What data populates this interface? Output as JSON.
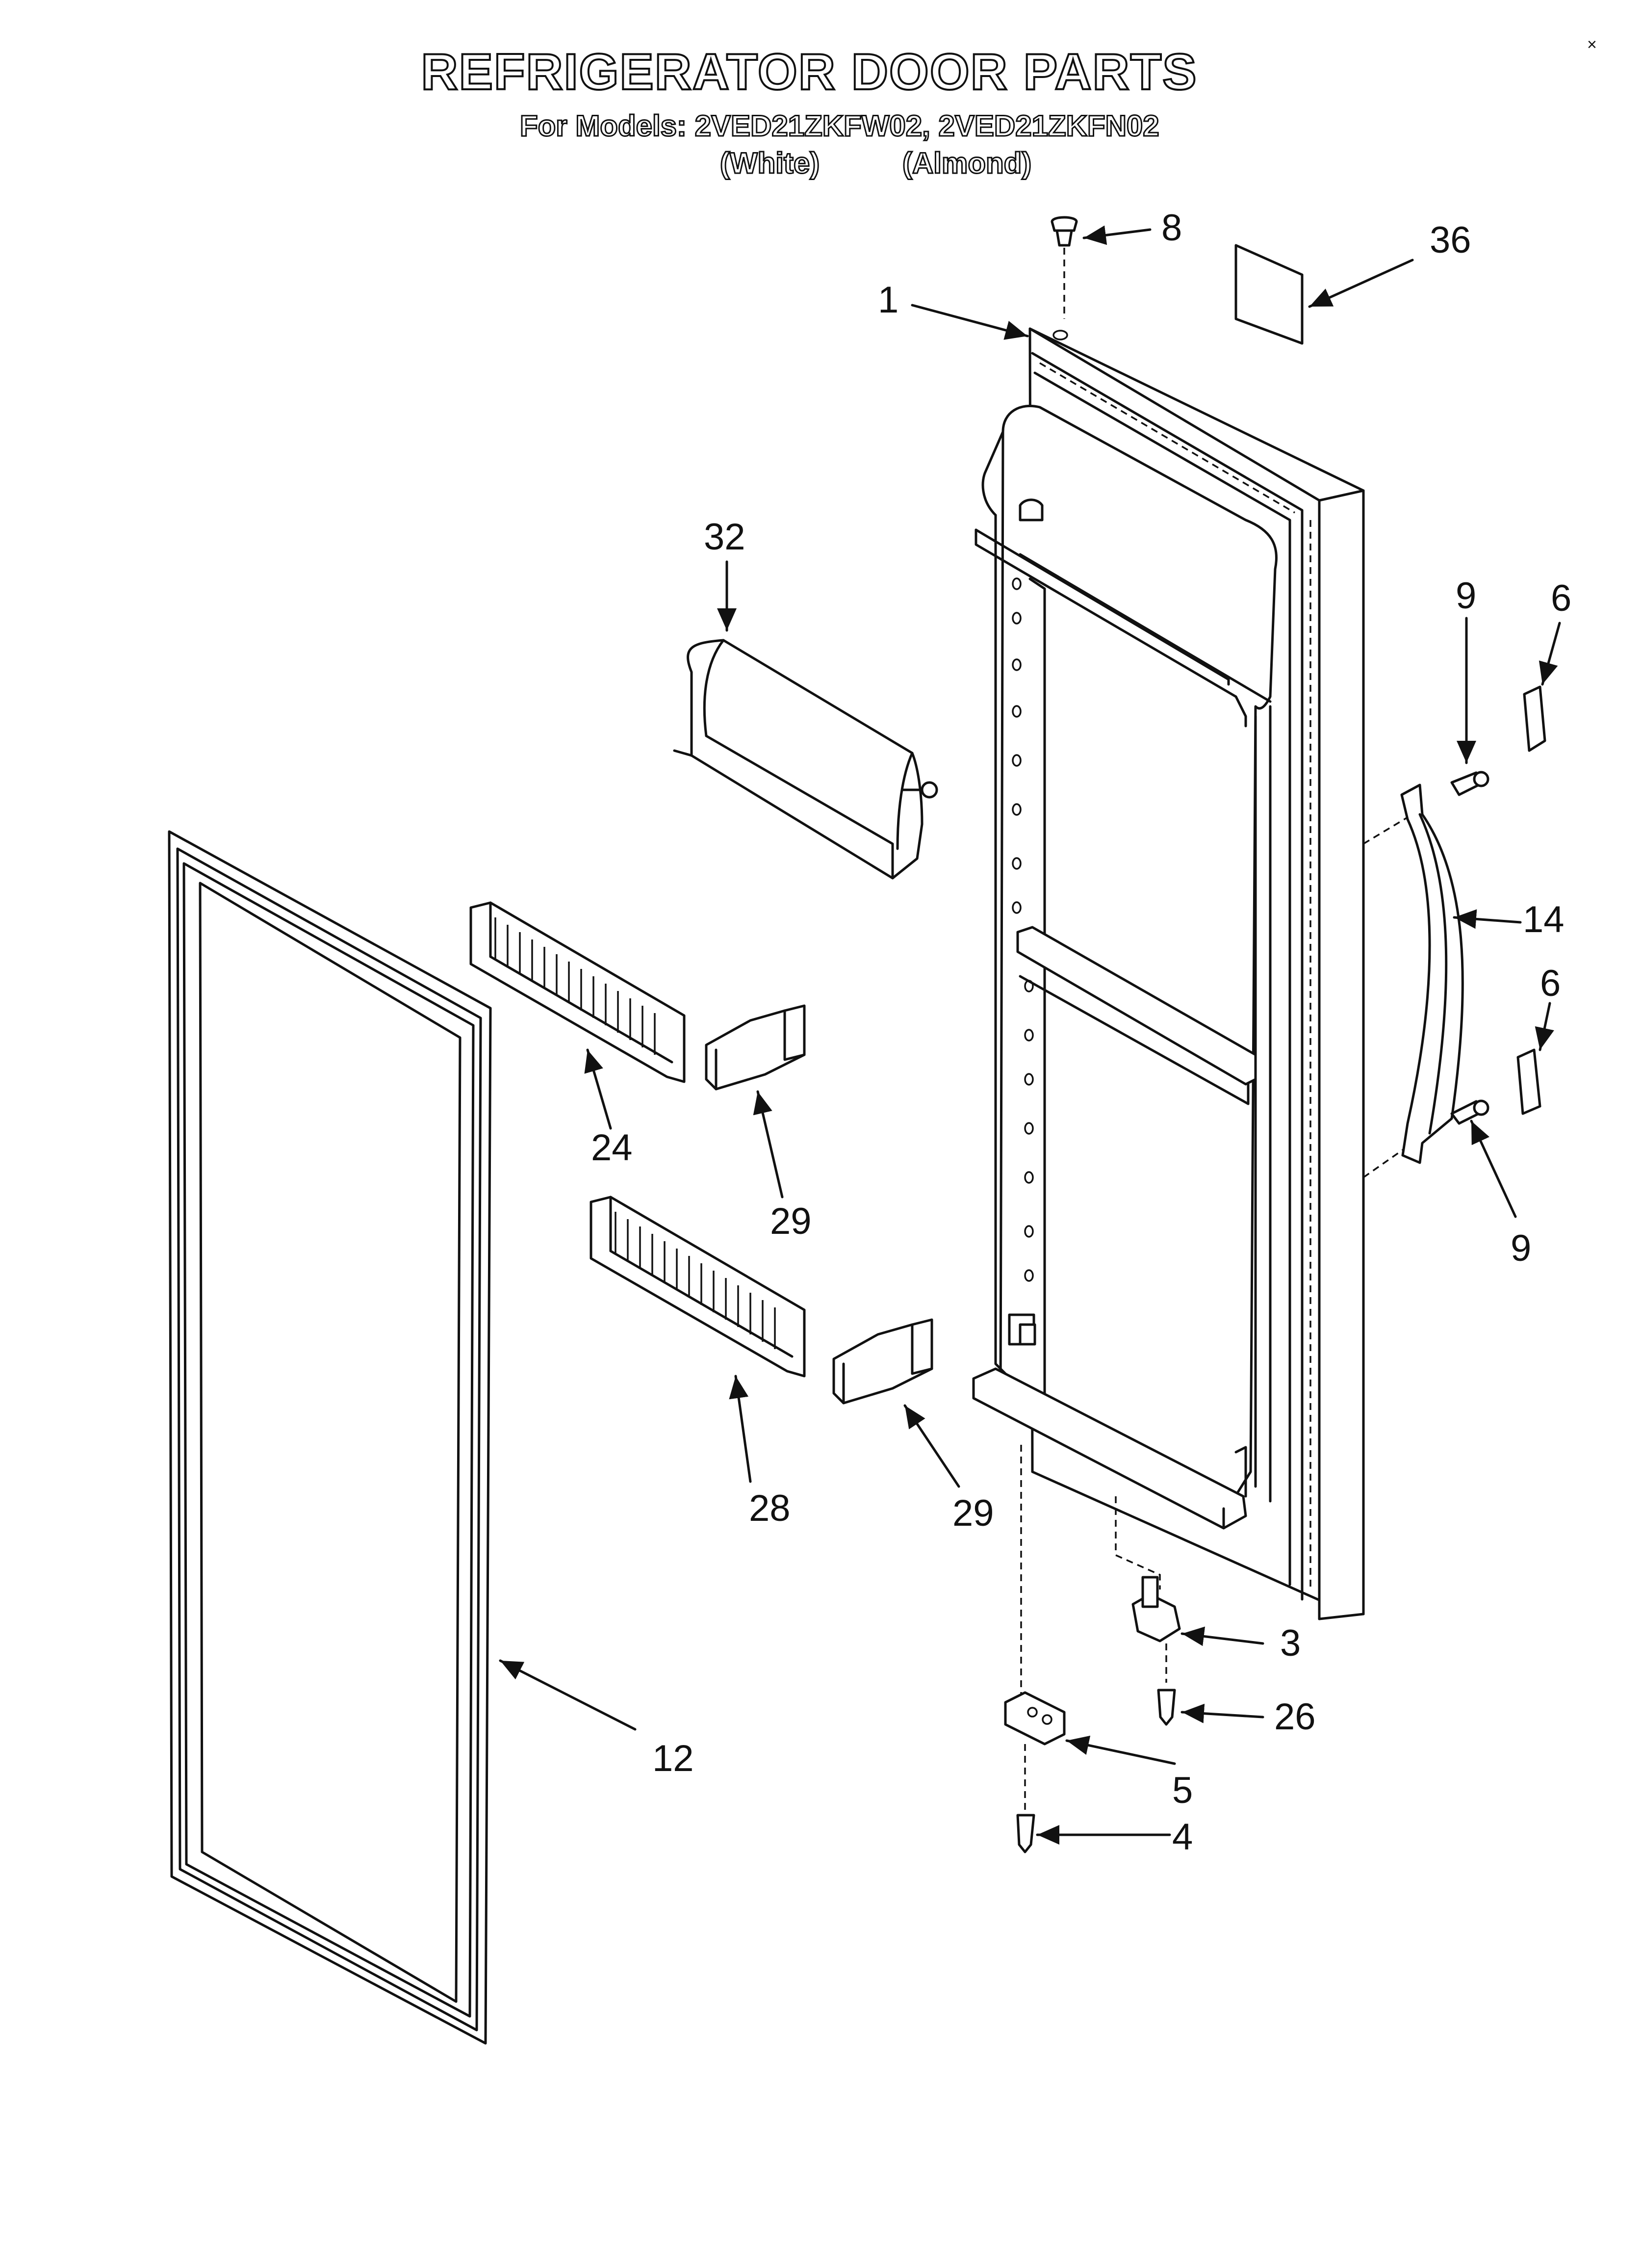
{
  "header": {
    "title": "REFRIGERATOR DOOR PARTS",
    "models_line": "For Models: 2VED21ZKFW02, 2VED21ZKFN02",
    "variant_white": "(White)",
    "variant_almond": "(Almond)"
  },
  "corner_mark": "×",
  "callouts": {
    "c1": "1",
    "c3": "3",
    "c4": "4",
    "c5": "5",
    "c6a": "6",
    "c6b": "6",
    "c8": "8",
    "c9a": "9",
    "c9b": "9",
    "c12": "12",
    "c14": "14",
    "c24": "24",
    "c26": "26",
    "c28": "28",
    "c29a": "29",
    "c29b": "29",
    "c32": "32",
    "c36": "36"
  }
}
